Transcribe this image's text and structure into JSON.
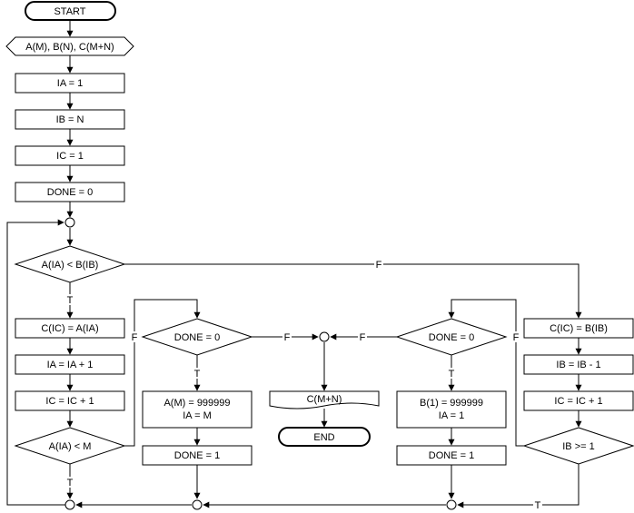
{
  "nodes": {
    "start": "START",
    "decl": "A(M), B(N), C(M+N)",
    "ia1": "IA = 1",
    "ibn": "IB = N",
    "ic1": "IC = 1",
    "done0": "DONE = 0",
    "cmp_ab": "A(IA) < B(IB)",
    "c_eq_a": "C(IC) = A(IA)",
    "ia_inc": "IA = IA + 1",
    "ic_inc_left": "IC = IC + 1",
    "ia_lt_m": "A(IA) < M",
    "done_check_left": "DONE = 0",
    "am_set_line1": "A(M) = 999999",
    "am_set_line2": "IA = M",
    "done1_left": "DONE = 1",
    "output": "C(M+N)",
    "end": "END",
    "done_check_right": "DONE = 0",
    "b1_set_line1": "B(1) = 999999",
    "b1_set_line2": "IA = 1",
    "done1_right": "DONE = 1",
    "c_eq_b": "C(IC) = B(IB)",
    "ib_dec": "IB = IB - 1",
    "ic_inc_right": "IC = IC + 1",
    "ib_ge_1": "IB >= 1"
  },
  "edge_labels": {
    "true": "T",
    "false": "F"
  }
}
